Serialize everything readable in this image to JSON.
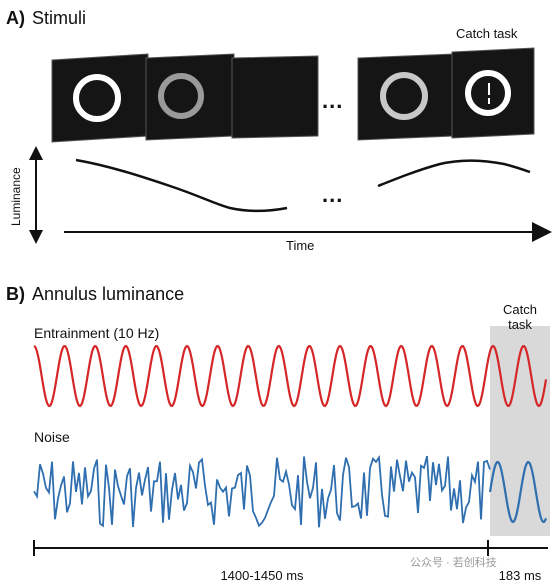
{
  "panel_a": {
    "letter": "A)",
    "title": "Stimuli",
    "catch_label": "Catch task",
    "ellipsis_frames": "...",
    "ellipsis_curve": "...",
    "y_axis_label": "Luminance",
    "x_axis_label": "Time",
    "frames": [
      {
        "ring": "white"
      },
      {
        "ring": "gray"
      },
      {
        "ring": "none"
      },
      {
        "ring": "white"
      },
      {
        "ring": "white",
        "catch_bar": true
      }
    ]
  },
  "panel_b": {
    "letter": "B)",
    "title": "Annulus luminance",
    "catch_label_line1": "Catch",
    "catch_label_line2": "task",
    "entrainment_label": "Entrainment (10 Hz)",
    "noise_label": "Noise",
    "duration_main": "1400-1450 ms",
    "duration_catch": "183 ms"
  },
  "watermark": "公众号 · 若创科技",
  "colors": {
    "entrainment": "#d62728",
    "noise": "#2f6fb0",
    "catch_shade": "#d9d9d9",
    "frame": "#151515",
    "ring_gray": "#9a9a9a"
  }
}
